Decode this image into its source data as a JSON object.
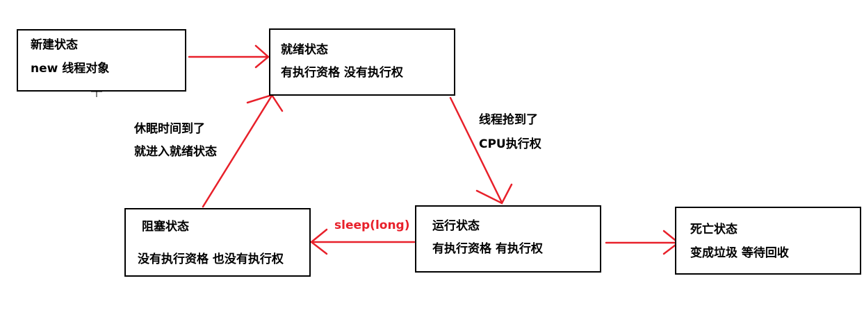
{
  "colors": {
    "arrow": "#e8202a",
    "box_border": "#000000",
    "text": "#000000",
    "label_red": "#e8202a"
  },
  "states": {
    "new": {
      "title": "新建状态",
      "desc": "new 线程对象"
    },
    "runnable": {
      "title": "就绪状态",
      "desc": "有执行资格 没有执行权"
    },
    "running": {
      "title": "运行状态",
      "desc": "有执行资格 有执行权"
    },
    "blocked": {
      "title": "阻塞状态",
      "desc": "没有执行资格 也没有执行权"
    },
    "dead": {
      "title": "死亡状态",
      "desc": "变成垃圾 等待回收"
    }
  },
  "transitions": {
    "runnable_to_running": {
      "line1": "线程抢到了",
      "line2": "CPU执行权"
    },
    "blocked_to_runnable": {
      "line1": "休眠时间到了",
      "line2": "就进入就绪状态"
    },
    "running_to_blocked": {
      "label": "sleep(long)"
    }
  }
}
